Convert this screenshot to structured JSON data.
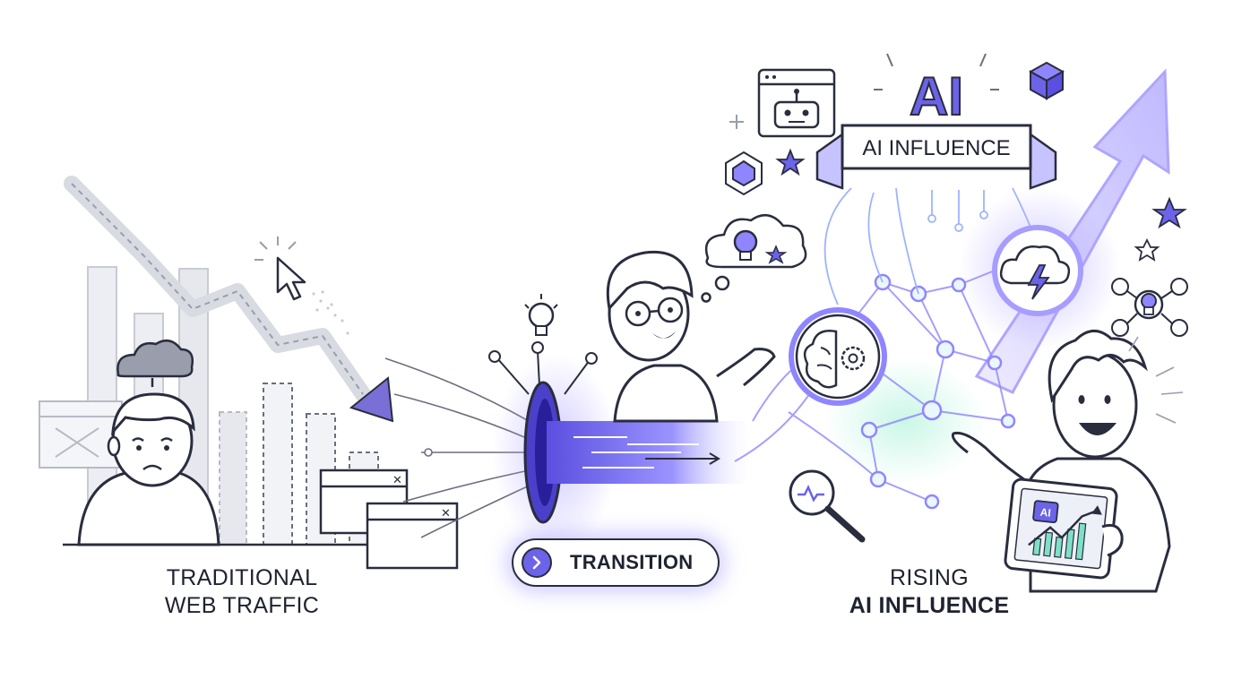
{
  "left_caption": {
    "line1": "TRADITIONAL",
    "line2": "WEB TRAFFIC"
  },
  "right_caption": {
    "line1": "RISING",
    "line2": "AI INFLUENCE"
  },
  "transition_button": {
    "label": "TRANSITION"
  },
  "ai_badge": {
    "big_text": "AI",
    "banner_text": "AI INFLUENCE"
  },
  "tablet": {
    "chip_text": "AI"
  },
  "colors": {
    "accent": "#6b63e8",
    "ink": "#2a2d3e",
    "glow": "#8f86ff",
    "teal": "#7fe0c8",
    "gray": "#c9cbd3"
  }
}
